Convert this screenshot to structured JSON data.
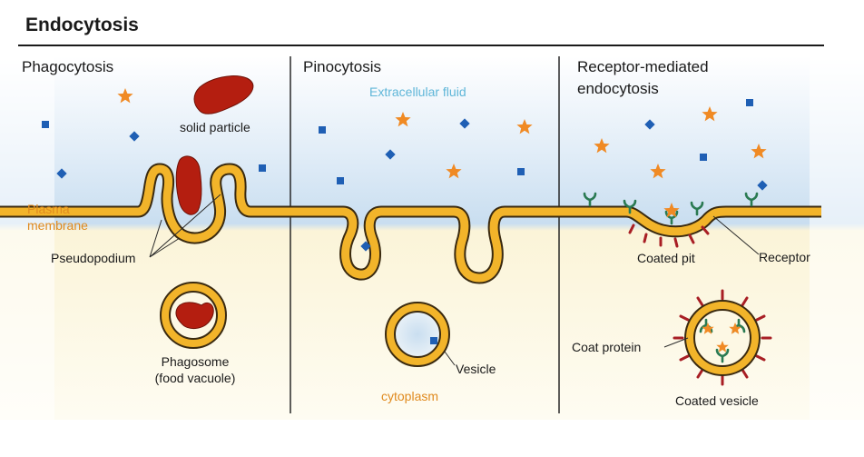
{
  "title": "Endocytosis",
  "panels": {
    "phagocytosis": {
      "title": "Phagocytosis",
      "solid_particle": "solid particle",
      "plasma_membrane_line1": "Plasma",
      "plasma_membrane_line2": "membrane",
      "pseudopodium": "Pseudopodium",
      "phagosome_line1": "Phagosome",
      "phagosome_line2": "(food vacuole)"
    },
    "pinocytosis": {
      "title": "Pinocytosis",
      "extracellular_fluid": "Extracellular fluid",
      "vesicle": "Vesicle",
      "cytoplasm": "cytoplasm"
    },
    "receptor_mediated": {
      "title_line1": "Receptor-mediated",
      "title_line2": "endocytosis",
      "coated_pit": "Coated pit",
      "receptor": "Receptor",
      "coat_protein": "Coat protein",
      "coated_vesicle": "Coated vesicle"
    }
  },
  "colors": {
    "membrane": "#f2b42a",
    "membrane_outline": "#3a2a10",
    "particle": "#b41e10",
    "molecule_square": "#1f5fb4",
    "molecule_star": "#f08a24",
    "receptor": "#2a7a52",
    "coat_protein": "#a81e24",
    "extracellular": "#cfe3f2",
    "cytoplasm": "#fbf4d6"
  }
}
